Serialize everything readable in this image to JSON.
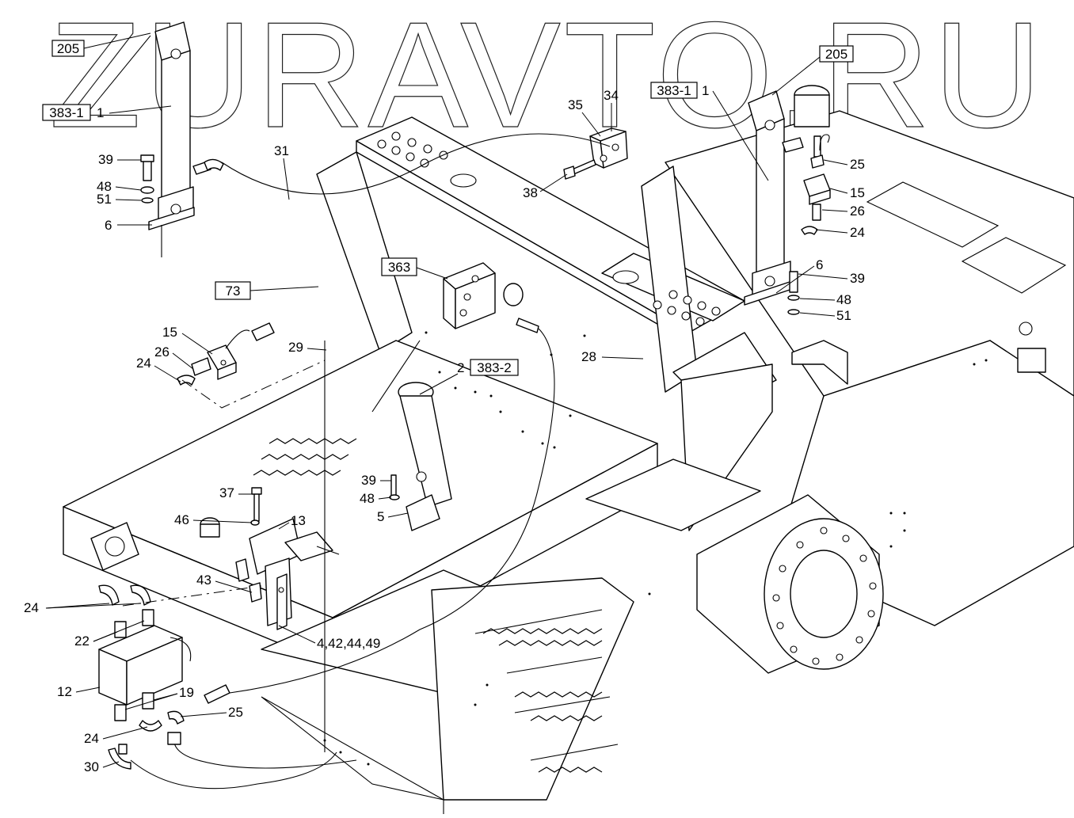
{
  "watermark": "ZURAVTO.RU",
  "boxed_refs": {
    "ref_205_left": "205",
    "ref_383_1_left": "383-1",
    "ref_205_right": "205",
    "ref_383_1_right": "383-1",
    "ref_363": "363",
    "ref_73": "73",
    "ref_383_2": "383-2"
  },
  "callouts": {
    "c_1_left": "1",
    "c_39_left": "39",
    "c_48_left": "48",
    "c_51_left": "51",
    "c_6_left": "6",
    "c_31": "31",
    "c_35": "35",
    "c_34": "34",
    "c_38": "38",
    "c_1_right": "1",
    "c_25_top": "25",
    "c_15_right": "15",
    "c_26_right": "26",
    "c_24_right": "24",
    "c_6_right": "6",
    "c_39_right": "39",
    "c_48_right": "48",
    "c_51_right": "51",
    "c_15_left": "15",
    "c_26_left": "26",
    "c_24_left": "24",
    "c_29": "29",
    "c_28": "28",
    "c_2": "2",
    "c_39_mid": "39",
    "c_48_mid": "48",
    "c_5": "5",
    "c_37": "37",
    "c_46": "46",
    "c_13": "13",
    "c_43": "43",
    "c_24_bottom_left": "24",
    "c_22": "22",
    "c_4_group": "4,42,44,49",
    "c_12": "12",
    "c_19": "19",
    "c_25_bottom": "25",
    "c_24_bottom": "24",
    "c_30": "30"
  }
}
